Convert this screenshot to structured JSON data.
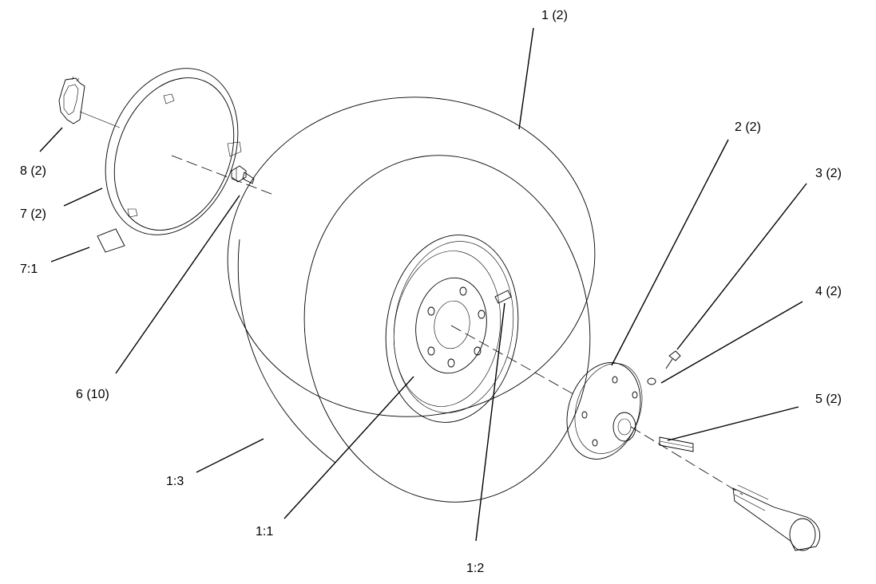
{
  "callouts": {
    "c1": "1 (2)",
    "c2": "2 (2)",
    "c3": "3 (2)",
    "c4": "4 (2)",
    "c5": "5 (2)",
    "c6": "6 (10)",
    "c7": "7 (2)",
    "c7_1": "7:1",
    "c8": "8 (2)",
    "c1_1": "1:1",
    "c1_2": "1:2",
    "c1_3": "1:3"
  }
}
